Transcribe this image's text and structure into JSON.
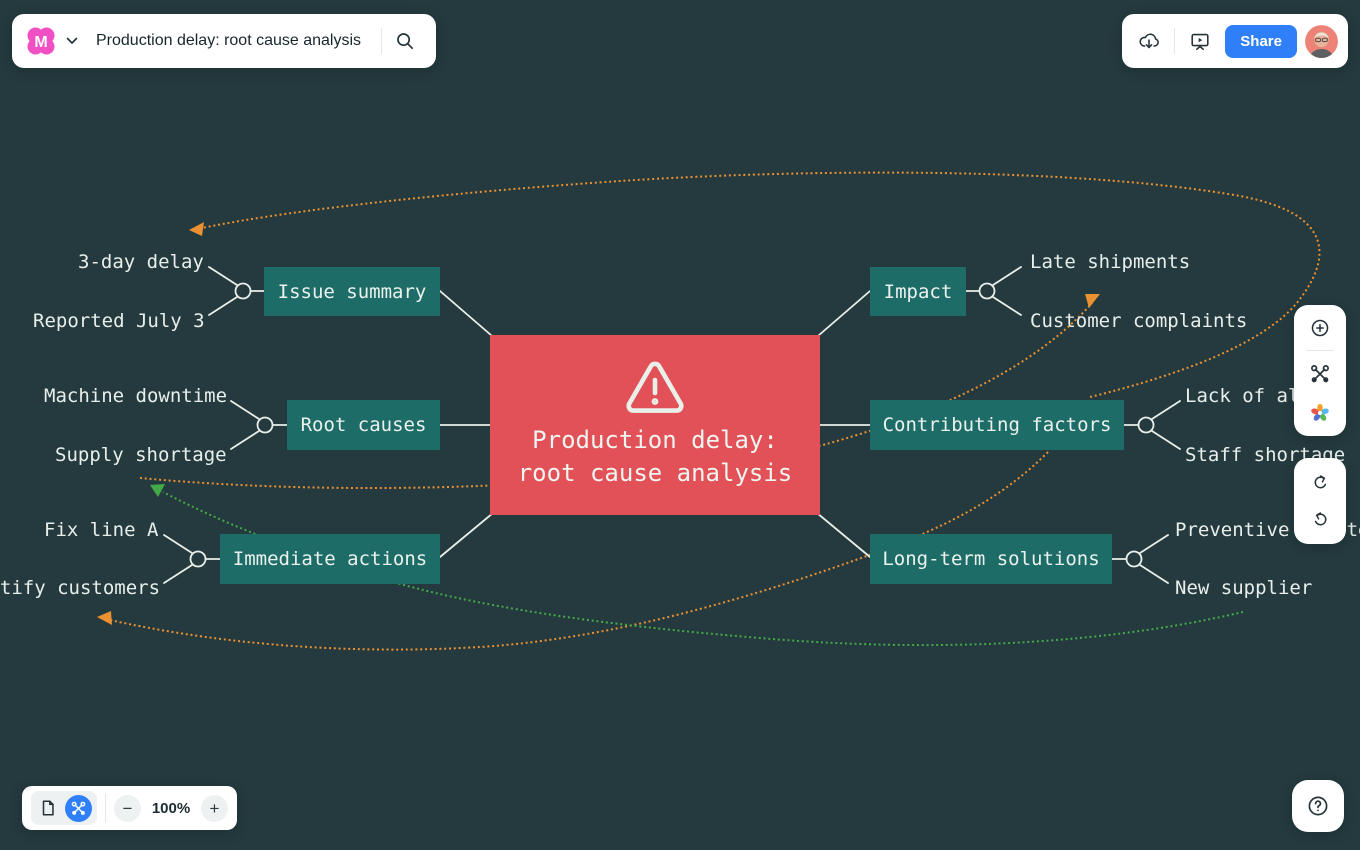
{
  "header": {
    "board_title": "Production delay: root cause analysis",
    "logo_letter": "M",
    "share_label": "Share",
    "icons": [
      "logo-flower-icon",
      "chevron-down-icon",
      "search-icon",
      "export-cloud-icon",
      "present-icon",
      "avatar"
    ]
  },
  "mindmap": {
    "center": {
      "title_line1": "Production delay:",
      "title_line2": "root cause analysis",
      "icon": "warning-triangle-icon",
      "color": "#e15157"
    },
    "node_color": "#1e6c67",
    "branches": [
      {
        "label": "Issue summary",
        "side": "left",
        "children": [
          "3-day delay",
          "Reported July 3"
        ]
      },
      {
        "label": "Impact",
        "side": "right",
        "children": [
          "Late shipments",
          "Customer complaints"
        ]
      },
      {
        "label": "Root causes",
        "side": "left",
        "children": [
          "Machine downtime",
          "Supply shortage"
        ]
      },
      {
        "label": "Contributing factors",
        "side": "right",
        "children": [
          "Lack of alerts",
          "Staff shortage"
        ]
      },
      {
        "label": "Immediate actions",
        "side": "left",
        "children": [
          "Fix line A",
          "Notify customers"
        ]
      },
      {
        "label": "Long-term solutions",
        "side": "right",
        "children": [
          "Preventive maintenance",
          "New supplier"
        ]
      }
    ],
    "connector_orange": "#ea9132",
    "connector_green": "#43aa49",
    "wire_color": "#e9efe9"
  },
  "tools_panel": {
    "icons": [
      "add-circle-icon",
      "mindmap-icon",
      "apps-flower-icon"
    ]
  },
  "history_panel": {
    "icons": [
      "redo-icon",
      "undo-icon"
    ]
  },
  "zoom_controls": {
    "minus": "−",
    "level": "100%",
    "plus": "+"
  },
  "help": {
    "icon": "question-circle-icon"
  }
}
